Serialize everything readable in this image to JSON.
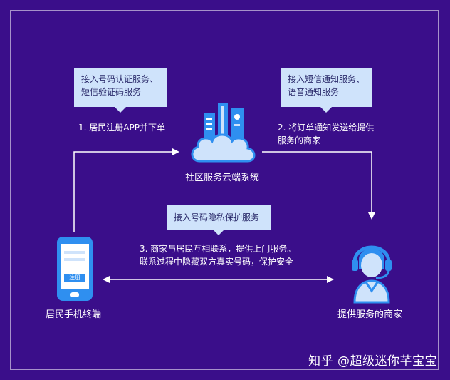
{
  "callouts": {
    "auth": "接入号码认证服务、\n短信验证码服务",
    "sms": "接入短信通知服务、\n语音通知服务",
    "privacy": "接入号码隐私保护服务"
  },
  "steps": {
    "step1": "1. 居民注册APP并下单",
    "step2": "2. 将订单通知发送给提供\n服务的商家",
    "step3": "3. 商家与居民互相联系，提供上门服务。\n联系过程中隐藏双方真实号码，保护安全"
  },
  "nodes": {
    "cloud": "社区服务云端系统",
    "phone": "居民手机终端",
    "phone_button": "注册",
    "merchant": "提供服务的商家"
  },
  "watermark": "知乎 @超级迷你芊宝宝",
  "colors": {
    "background": "#3a0e8a",
    "callout": "#cfe3fb",
    "icon_blue": "#2f8ff0",
    "icon_light": "#cfe3fb"
  },
  "icons": [
    "cloud-server-icon",
    "mobile-phone-icon",
    "customer-service-agent-icon"
  ]
}
